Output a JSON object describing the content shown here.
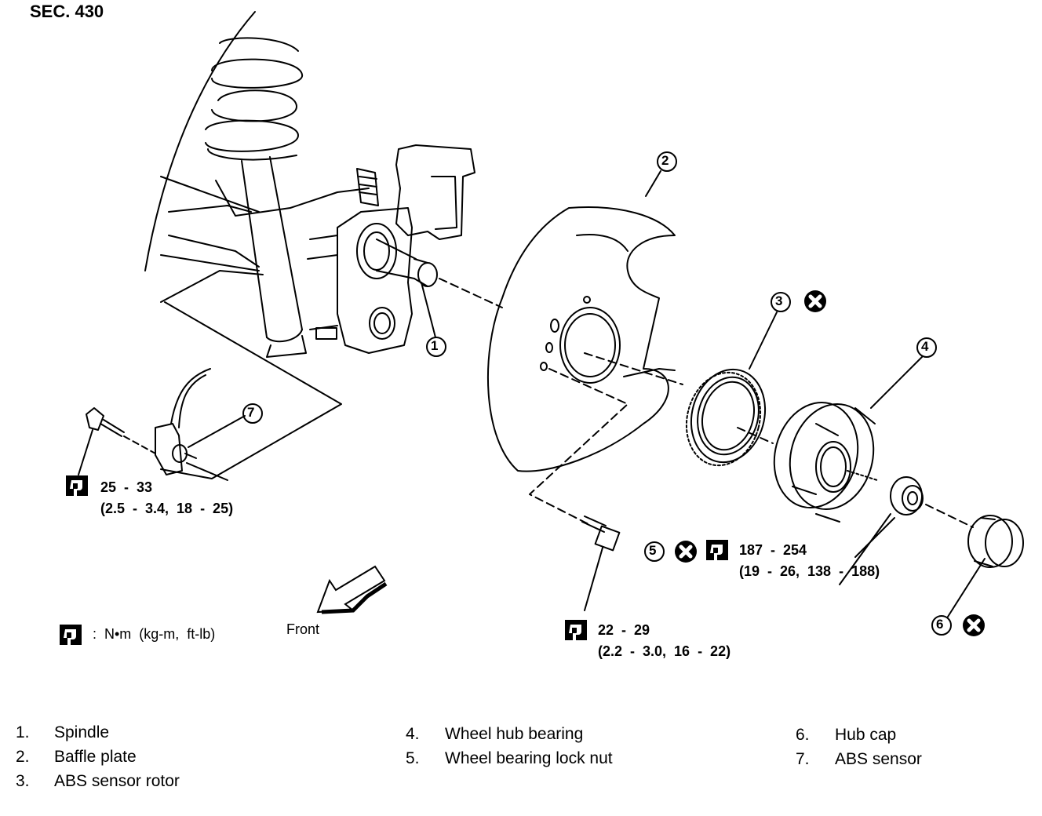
{
  "section_label": "SEC. 430",
  "callout_numbers": [
    "1",
    "2",
    "3",
    "4",
    "5",
    "6",
    "7"
  ],
  "torque_specs": {
    "abs_sensor_bolt": {
      "line1": "25  -  33",
      "line2": "(2.5  -  3.4,  18  -  25)"
    },
    "lock_nut": {
      "line1": "187  -  254",
      "line2": "(19  -  26,  138  -  188)"
    },
    "baffle_bolt": {
      "line1": "22  -  29",
      "line2": "(2.2  -  3.0,  16  -  22)"
    }
  },
  "units_note": ":  N•m  (kg-m,  ft-lb)",
  "front_label": "Front",
  "legend": [
    {
      "num": "1.",
      "name": "Spindle"
    },
    {
      "num": "2.",
      "name": "Baffle plate"
    },
    {
      "num": "3.",
      "name": "ABS sensor rotor"
    },
    {
      "num": "4.",
      "name": "Wheel hub bearing"
    },
    {
      "num": "5.",
      "name": "Wheel bearing lock nut"
    },
    {
      "num": "6.",
      "name": "Hub cap"
    },
    {
      "num": "7.",
      "name": "ABS sensor"
    }
  ],
  "icons": [
    "torque-wrench-icon",
    "do-not-reuse-icon",
    "front-arrow-icon"
  ]
}
